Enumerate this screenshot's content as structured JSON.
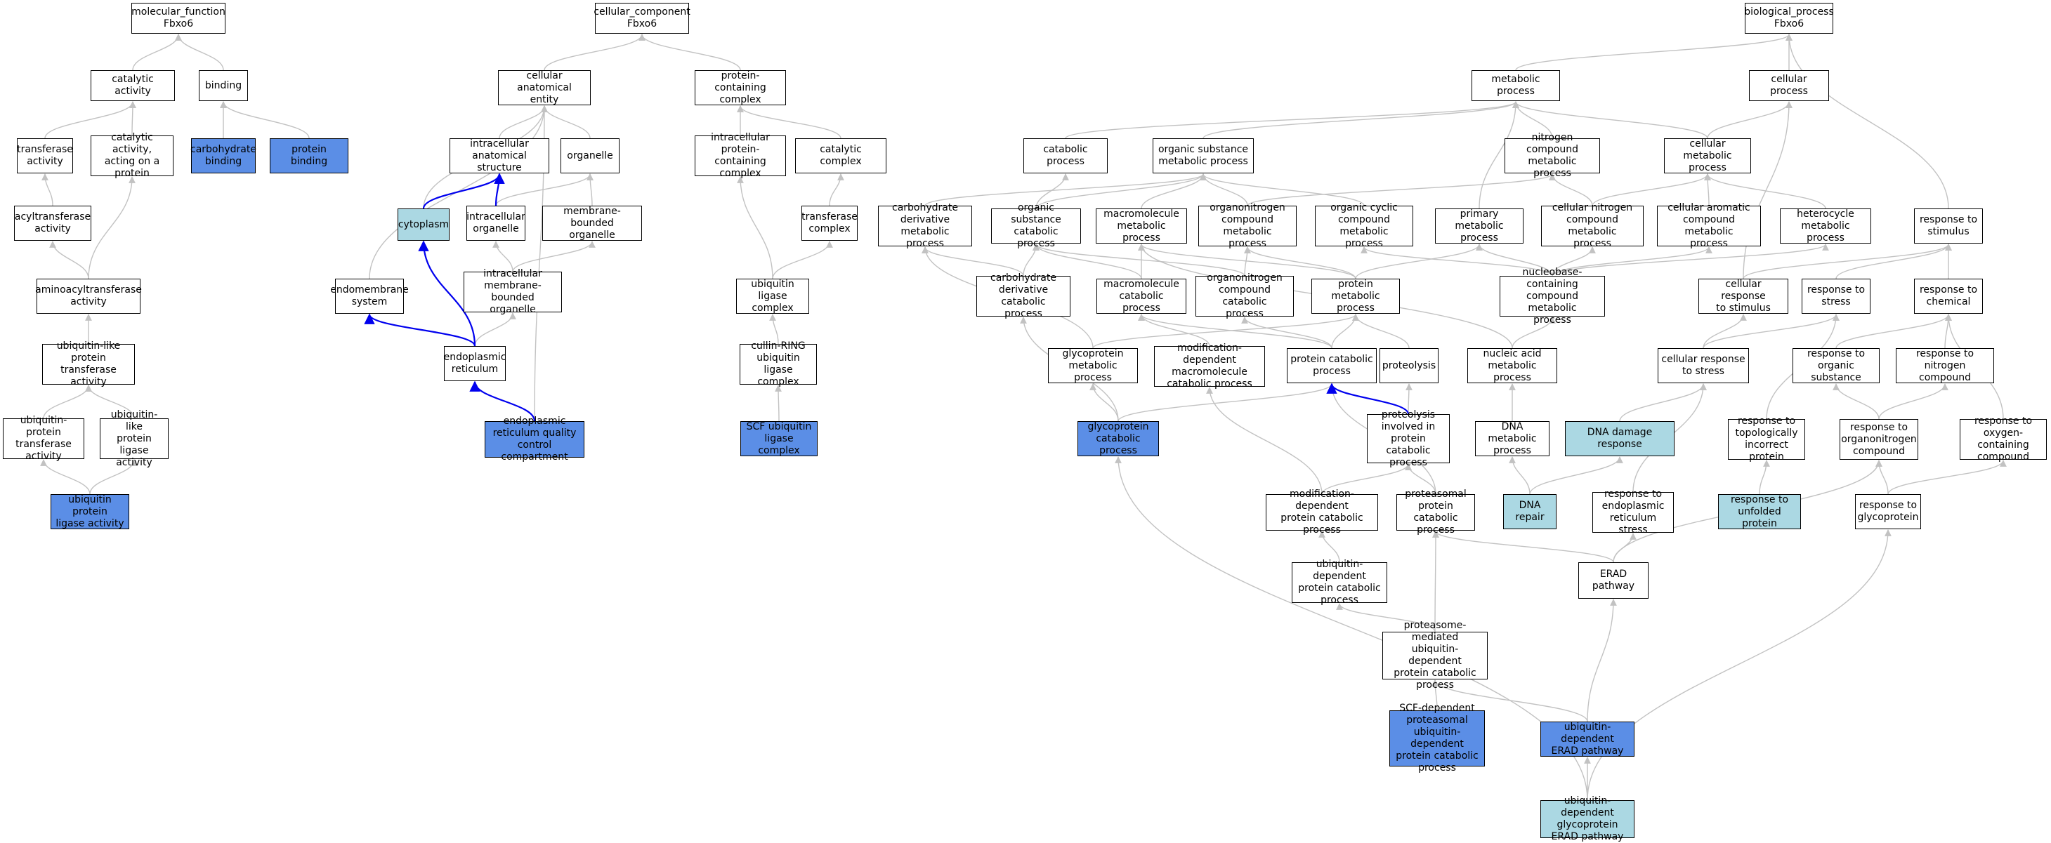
{
  "colors": {
    "highlight_node": "#5b8ee6",
    "related_node": "#abd8e3",
    "edge": "#c2c2c2",
    "direct_edge": "#0000ee"
  },
  "nodes": {
    "mf_root": "molecular_function\nFbxo6",
    "catalytic_activity": "catalytic activity",
    "binding": "binding",
    "transferase_activity": "transferase\nactivity",
    "catalytic_on_protein": "catalytic activity,\nacting on a\nprotein",
    "carbohydrate_binding": "carbohydrate\nbinding",
    "protein_binding": "protein binding",
    "acyltransferase_activity": "acyltransferase\nactivity",
    "aminoacyltransferase_activity": "aminoacyltransferase\nactivity",
    "ubl_transferase": "ubiquitin-like\nprotein transferase\nactivity",
    "ubiquitin_protein_transferase": "ubiquitin-protein\ntransferase\nactivity",
    "ubl_ligase": "ubiquitin-like\nprotein ligase\nactivity",
    "ubiquitin_ligase_activity": "ubiquitin protein\nligase activity",
    "cc_root": "cellular_component\nFbxo6",
    "cellular_anatomical_entity": "cellular anatomical\nentity",
    "protein_containing_complex": "protein-containing\ncomplex",
    "intracellular_anatomical": "intracellular\nanatomical structure",
    "organelle": "organelle",
    "intracellular_pc_complex": "intracellular\nprotein-containing\ncomplex",
    "catalytic_complex": "catalytic complex",
    "cytoplasm": "cytoplasm",
    "intracellular_organelle": "intracellular\norganelle",
    "membrane_bounded_organelle": "membrane-bounded\norganelle",
    "transferase_complex": "transferase\ncomplex",
    "endomembrane_system": "endomembrane\nsystem",
    "intracellular_mb_organelle": "intracellular\nmembrane-bounded\norganelle",
    "ubiquitin_ligase_complex": "ubiquitin ligase\ncomplex",
    "endoplasmic_reticulum": "endoplasmic\nreticulum",
    "cullin_ring": "cullin-RING\nubiquitin ligase\ncomplex",
    "er_qc_compartment": "endoplasmic\nreticulum quality\ncontrol compartment",
    "scf_complex": "SCF ubiquitin\nligase complex",
    "bp_root": "biological_process\nFbxo6",
    "metabolic_process": "metabolic process",
    "cellular_process": "cellular process",
    "catabolic_process": "catabolic process",
    "organic_substance_metabolic": "organic substance\nmetabolic process",
    "nitrogen_compound_metabolic": "nitrogen compound\nmetabolic process",
    "cellular_metabolic": "cellular metabolic\nprocess",
    "carb_deriv_metabolic": "carbohydrate\nderivative metabolic\nprocess",
    "organic_substance_catabolic": "organic substance\ncatabolic process",
    "macromolecule_metabolic": "macromolecule\nmetabolic process",
    "organonitrogen_metabolic": "organonitrogen\ncompound metabolic\nprocess",
    "organic_cyclic_metabolic": "organic cyclic\ncompound metabolic\nprocess",
    "primary_metabolic": "primary metabolic\nprocess",
    "cellular_nitrogen_metabolic": "cellular nitrogen\ncompound metabolic\nprocess",
    "cellular_aromatic_metabolic": "cellular aromatic\ncompound metabolic\nprocess",
    "heterocycle_metabolic": "heterocycle\nmetabolic process",
    "response_to_stimulus": "response to\nstimulus",
    "carb_deriv_catabolic": "carbohydrate\nderivative catabolic\nprocess",
    "macromolecule_catabolic": "macromolecule\ncatabolic process",
    "organonitrogen_catabolic": "organonitrogen\ncompound catabolic\nprocess",
    "protein_metabolic": "protein metabolic\nprocess",
    "nucleobase_metabolic": "nucleobase-containing\ncompound metabolic\nprocess",
    "cellular_response_stimulus": "cellular response\nto stimulus",
    "response_to_stress": "response to\nstress",
    "response_to_chemical": "response to\nchemical",
    "glycoprotein_metabolic": "glycoprotein\nmetabolic process",
    "mod_dep_macromolecule_catabolic": "modification-dependent\nmacromolecule\ncatabolic process",
    "protein_catabolic": "protein catabolic\nprocess",
    "proteolysis": "proteolysis",
    "nucleic_acid_metabolic": "nucleic acid\nmetabolic process",
    "cellular_response_stress": "cellular response\nto stress",
    "response_organic_substance": "response to\norganic substance",
    "response_nitrogen_compound": "response to\nnitrogen compound",
    "glycoprotein_catabolic": "glycoprotein\ncatabolic process",
    "proteolysis_in_protein_catabolic": "proteolysis\ninvolved in\nprotein catabolic\nprocess",
    "dna_metabolic": "DNA metabolic\nprocess",
    "dna_damage_response": "DNA damage response",
    "response_misfolded": "response to\ntopologically\nincorrect protein",
    "response_organonitrogen": "response to\norganonitrogen\ncompound",
    "response_oxygen_compound": "response to\noxygen-containing\ncompound",
    "mod_dep_protein_catabolic": "modification-dependent\nprotein catabolic\nprocess",
    "proteasomal_catabolic": "proteasomal\nprotein catabolic\nprocess",
    "dna_repair": "DNA repair",
    "response_er_stress": "response to\nendoplasmic\nreticulum stress",
    "response_unfolded_protein": "response to\nunfolded protein",
    "response_glycoprotein": "response to\nglycoprotein",
    "ubiquitin_dep_catabolic": "ubiquitin-dependent\nprotein catabolic\nprocess",
    "erad_pathway": "ERAD pathway",
    "proteasome_mediated": "proteasome-mediated\nubiquitin-dependent\nprotein catabolic\nprocess",
    "scf_dependent": "SCF-dependent\nproteasomal\nubiquitin-dependent\nprotein catabolic\nprocess",
    "ubiquitin_dep_erad": "ubiquitin-dependent\nERAD pathway",
    "ubiquitin_dep_glyco_erad": "ubiquitin-dependent\nglycoprotein\nERAD pathway"
  }
}
